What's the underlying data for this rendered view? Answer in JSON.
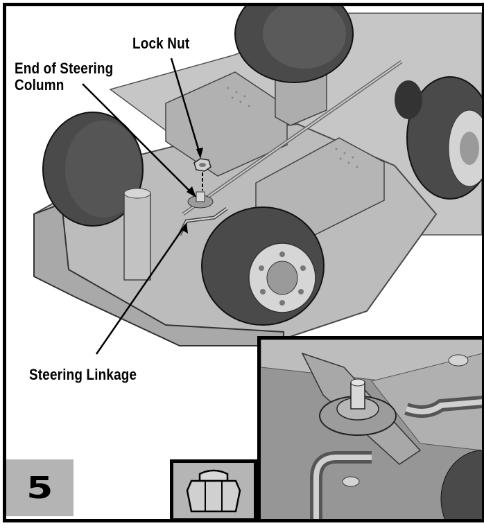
{
  "step": {
    "number": "5"
  },
  "callouts": {
    "lock_nut": "Lock Nut",
    "end_of_steering_column_line1": "End of Steering",
    "end_of_steering_column_line2": "Column",
    "steering_linkage": "Steering Linkage"
  },
  "colors": {
    "frame": "#000000",
    "step_box": "#b4b4b4",
    "body_gray": "#b9b9b9",
    "tire_dark": "#4a4a4a"
  },
  "icons": {
    "part_icon": "lock-nut-icon",
    "inset": "steering-column-closeup"
  }
}
